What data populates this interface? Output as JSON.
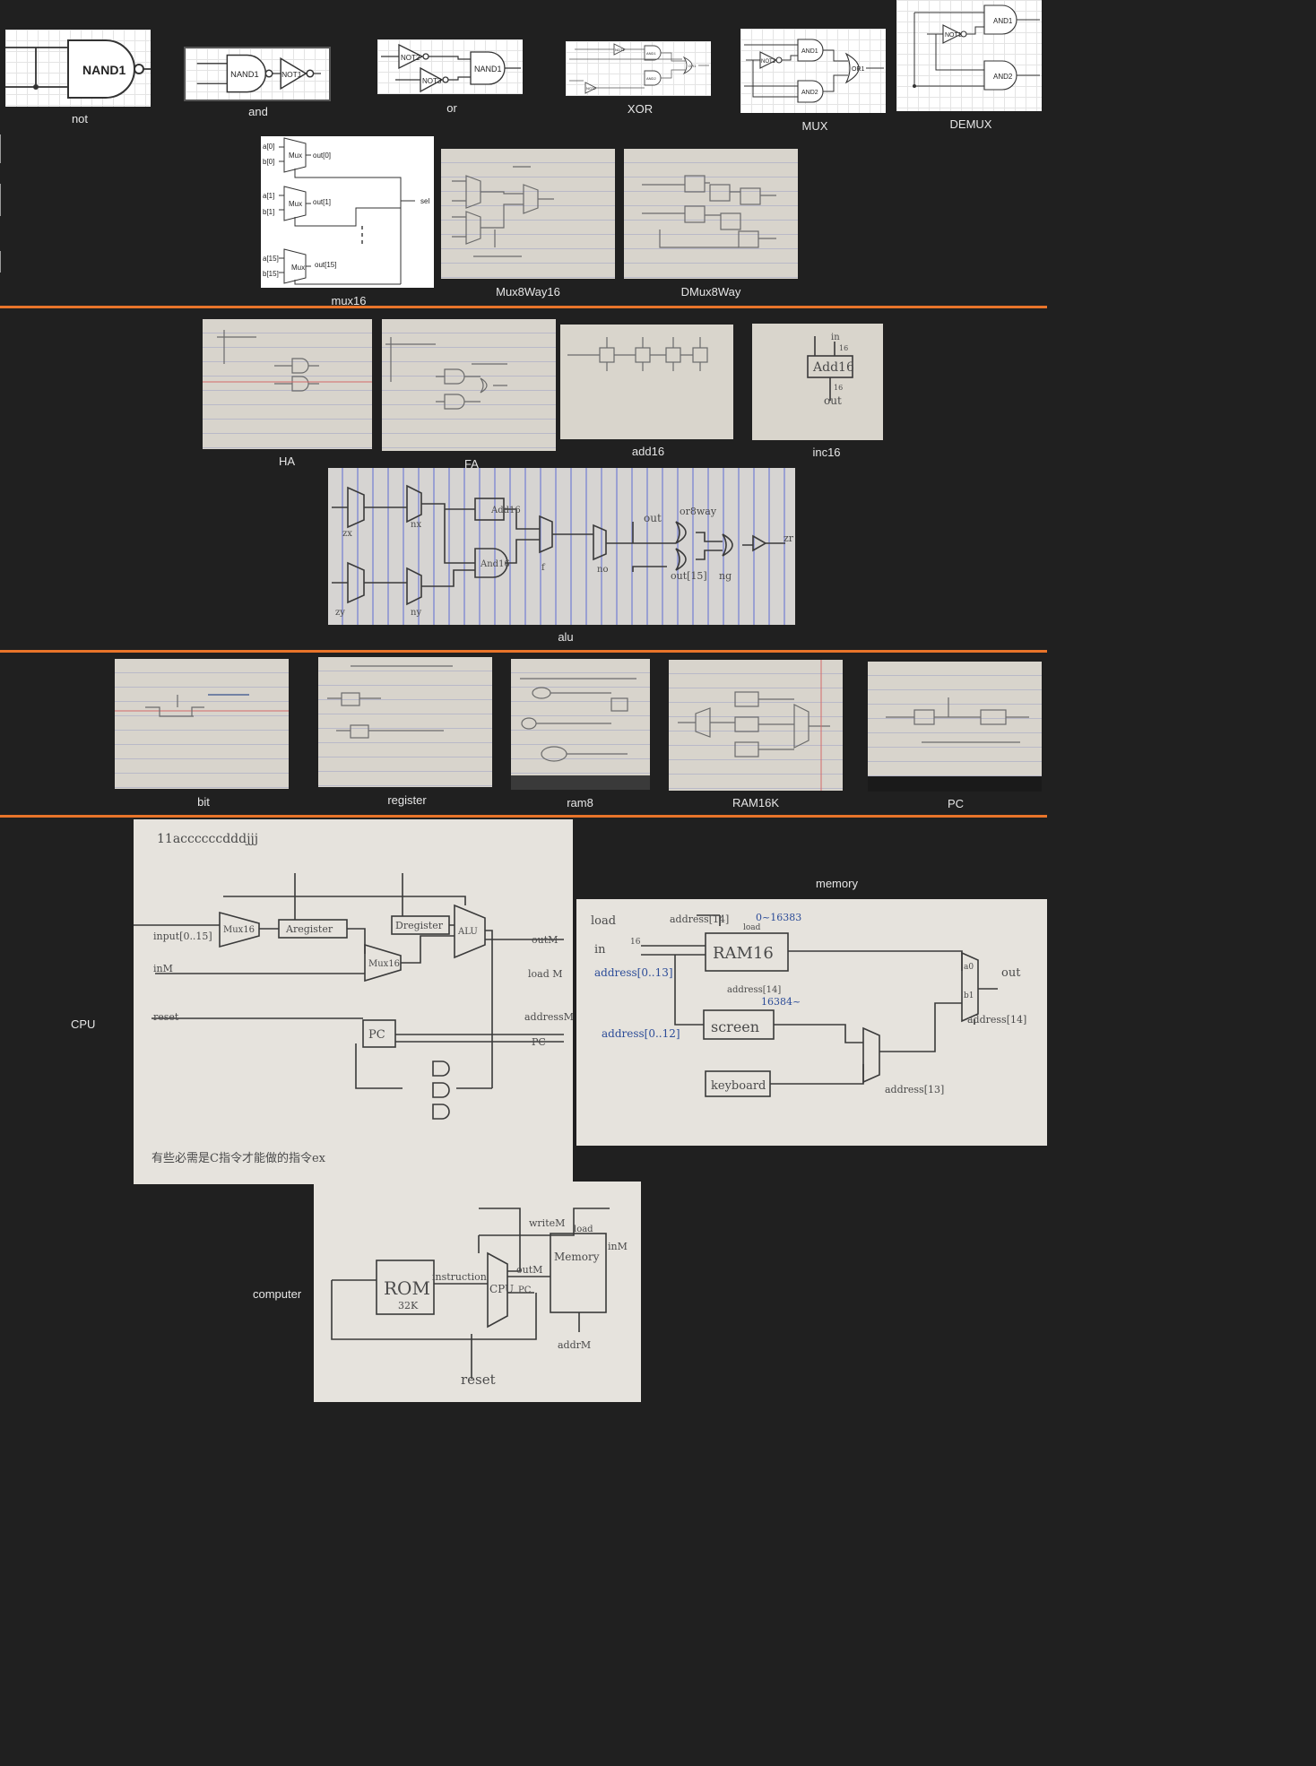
{
  "colors": {
    "background": "#202020",
    "separator": "#e8742a",
    "label": "#e6e6e6"
  },
  "sections": {
    "basic_gates": {
      "not": {
        "label": "not",
        "gate": "NAND1"
      },
      "and": {
        "label": "and",
        "gate1": "NAND1",
        "gate2": "NOT1"
      },
      "or": {
        "label": "or",
        "not_a": "NOT2",
        "not_b": "NOT3",
        "nand": "NAND1"
      },
      "xor": {
        "label": "XOR",
        "not1": "NOT1",
        "not2": "NOT2",
        "and1": "AND1",
        "and2": "AND2",
        "or1": "OR1"
      },
      "mux": {
        "label": "MUX",
        "not1": "NOT1",
        "and1": "AND1",
        "and2": "AND2",
        "or1": "OR1"
      },
      "demux": {
        "label": "DEMUX",
        "not1": "NOT1",
        "and1": "AND1",
        "and2": "AND2"
      }
    },
    "multi_bit": {
      "mux16": {
        "label": "mux16",
        "block": "Mux",
        "a0": "a[0]",
        "b0": "b[0]",
        "out0": "out[0]",
        "a1": "a[1]",
        "b1": "b[1]",
        "out1": "out[1]",
        "a15": "a[15]",
        "b15": "b[15]",
        "out15": "out[15]",
        "sel": "sel"
      },
      "mux8way16": {
        "label": "Mux8Way16"
      },
      "dmux8way": {
        "label": "DMux8Way"
      }
    },
    "arithmetic": {
      "ha": {
        "label": "HA"
      },
      "fa": {
        "label": "FA"
      },
      "add16": {
        "label": "add16"
      },
      "inc16": {
        "label": "inc16",
        "in": "in",
        "block": "Add16",
        "bits": "16",
        "out": "out"
      },
      "alu": {
        "label": "alu",
        "add": "Add16",
        "and": "And16",
        "or8way": "or8way",
        "out": "out",
        "out15": "out[15]",
        "ng": "ng",
        "zr": "zr",
        "zx": "zx",
        "nx": "nx",
        "zy": "zy",
        "ny": "ny",
        "f": "f",
        "no": "no"
      }
    },
    "sequential": {
      "bit": {
        "label": "bit"
      },
      "register": {
        "label": "register"
      },
      "ram8": {
        "label": "ram8"
      },
      "ram16k": {
        "label": "RAM16K"
      },
      "pc": {
        "label": "PC"
      }
    },
    "cpu": {
      "label": "CPU",
      "header": "11accccccdddjjj",
      "a_register": "Aregister",
      "d_register": "Dregister",
      "alu": "ALU",
      "mux1": "Mux16",
      "mux2": "Mux16",
      "pc": "PC",
      "in_m": "inM",
      "reset": "reset",
      "instruction": "input[0..15]",
      "out_m": "outM",
      "write_m": "load M",
      "address_m": "addressM",
      "pc_out": "PC",
      "note": "有些必需是C指令才能做的指令ex"
    },
    "memory": {
      "label": "memory",
      "ram": "RAM16",
      "screen": "screen",
      "keyboard": "keyboard",
      "load": "load",
      "in": "in",
      "in_bits": "16",
      "addr_ram": "address[0..13]",
      "addr_screen": "address[0..12]",
      "addr14_top": "address[14]",
      "addr14_mid": "address[14]",
      "addr14_right": "address[14]",
      "addr13": "address[13]",
      "range_ram": "0~16383",
      "range_screen": "16384~",
      "load_small": "load",
      "out": "out",
      "a0": "a0",
      "b1": "b1"
    },
    "computer": {
      "label": "computer",
      "rom": "ROM",
      "rom_size": "32K",
      "instruction": "instruction",
      "cpu": "CPU",
      "out_m": "outM",
      "pc": "PC",
      "memory": "Memory",
      "write_m": "writeM",
      "load": "load",
      "in_m": "inM",
      "addr_m": "addrM",
      "reset": "reset"
    }
  }
}
